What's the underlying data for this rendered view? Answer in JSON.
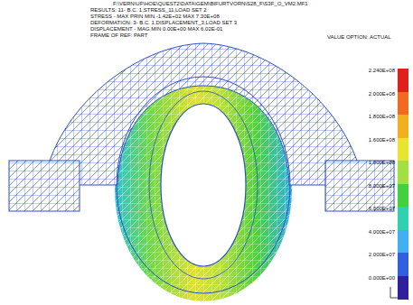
{
  "diagram": {
    "labels": [
      "F:\\VERN\\UF\\HOE\\QUEST2\\DATA\\GEM\\BIFURTVORN\\S28_F\\S3F_O_VM2.MF1",
      "RESULTS: 11- B.C. 1,STRESS_11,LOAD SET 2",
      "STRESS - MAX PRIN MIN -1.42E+02 MAX 7.30E+08",
      "DEFORMATION: 3- B.C. 1,DISPLACEMENT_3,LOAD SET 3",
      "DISPLACEMENT - MAG MIN 0.00E+00 MAX 6.02E-01",
      "FRAME OF REF: PART",
      "VALUE OPTION: ACTUAL"
    ],
    "legend": [
      {
        "text": "2.240E+08",
        "color": "#e0201a"
      },
      {
        "text": "2.000E+08",
        "color": "#f06a20"
      },
      {
        "text": "1.800E+08",
        "color": "#f0b020"
      },
      {
        "text": "1.600E+08",
        "color": "#e8e430"
      },
      {
        "text": "1.000E+08",
        "color": "#a0e040"
      },
      {
        "text": "8.000E+07",
        "color": "#40d040"
      },
      {
        "text": "6.000E+07",
        "color": "#30d0b0"
      },
      {
        "text": "4.000E+07",
        "color": "#40b0f0"
      },
      {
        "text": "2.000E+07",
        "color": "#3060e0"
      },
      {
        "text": "0.000E+00",
        "color": "#3020a0"
      }
    ]
  }
}
